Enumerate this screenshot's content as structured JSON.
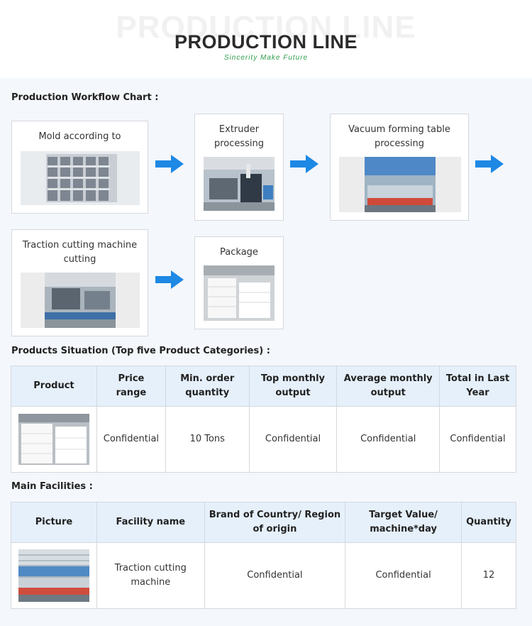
{
  "header": {
    "watermark": "PRODUCTION LINE",
    "title": "PRODUCTION LINE",
    "subtitle": "Sincerity Make Future"
  },
  "workflow": {
    "heading": "Production Workflow Chart :",
    "steps": [
      {
        "label": "Mold according to",
        "photo": "warehouse-racks-photo"
      },
      {
        "label": "Extruder processing",
        "photo": "extruder-machine-photo"
      },
      {
        "label": "Vacuum forming table processing",
        "photo": "vacuum-forming-table-photo"
      },
      {
        "label": "Traction cutting machine cutting",
        "photo": "cutting-machine-photo"
      },
      {
        "label": "Package",
        "photo": "packaged-boards-photo"
      }
    ],
    "arrow_color": "#1e88e5"
  },
  "products": {
    "heading": "Products Situation (Top five Product Categories) :",
    "headers": [
      "Product",
      "Price range",
      "Min. order quantity",
      "Top monthly output",
      "Average monthly output",
      "Total in Last Year"
    ],
    "rows": [
      {
        "picture": "white-boards-photo",
        "cells": [
          "Confidential",
          "10 Tons",
          "Confidential",
          "Confidential",
          "Confidential"
        ]
      }
    ]
  },
  "facilities": {
    "heading": "Main Facilities :",
    "headers": [
      "Picture",
      "Facility name",
      "Brand of Country/ Region of origin",
      "Target Value/ machine*day",
      "Quantity"
    ],
    "rows": [
      {
        "picture": "factory-line-photo",
        "cells": [
          "Traction cutting machine",
          "Confidential",
          "Confidential",
          "12"
        ]
      }
    ]
  },
  "colors": {
    "header_bg": "#e6f0fb",
    "accent_green": "#2e9c4a",
    "arrow_blue": "#1e88e5"
  }
}
